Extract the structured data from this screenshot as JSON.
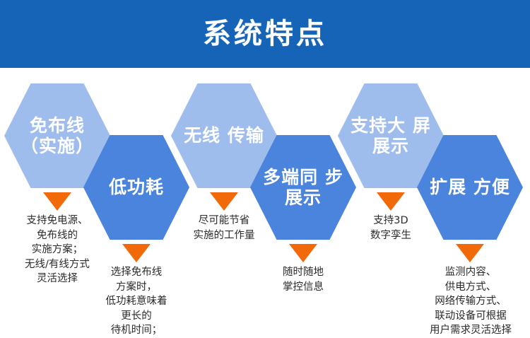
{
  "header": {
    "title": "系统特点",
    "background_color": "#1564b8",
    "text_color": "#ffffff"
  },
  "palette": {
    "hex_light": "#9ebcec",
    "hex_dark": "#4a84dd",
    "pointer_orange": "#f2690a",
    "caption_text": "#2b2b2b",
    "page_background": "#ffffff"
  },
  "features": [
    {
      "title": "免布线\n（实施）",
      "caption": "支持免电源、\n免布线的\n实施方案；\n无线/有线方式\n灵活选择",
      "hex_style": "light",
      "row": "up"
    },
    {
      "title": "低功耗",
      "caption": "选择免布线\n方案时，\n低功耗意味着\n更长的\n待机时间；",
      "hex_style": "dark",
      "row": "down"
    },
    {
      "title": "无线\n传输",
      "caption": "尽可能节省\n实施的工作量",
      "hex_style": "light",
      "row": "up"
    },
    {
      "title": "多端同\n步展示",
      "caption": "随时随地\n掌控信息",
      "hex_style": "dark",
      "row": "down"
    },
    {
      "title": "支持大\n屏展示",
      "caption": "支持3D\n数字孪生",
      "hex_style": "light",
      "row": "up"
    },
    {
      "title": "扩展\n方便",
      "caption": "监测内容、\n供电方式、\n网络传输方式、\n联动设备可根据\n用户需求灵活选择",
      "hex_style": "dark",
      "row": "down"
    }
  ]
}
